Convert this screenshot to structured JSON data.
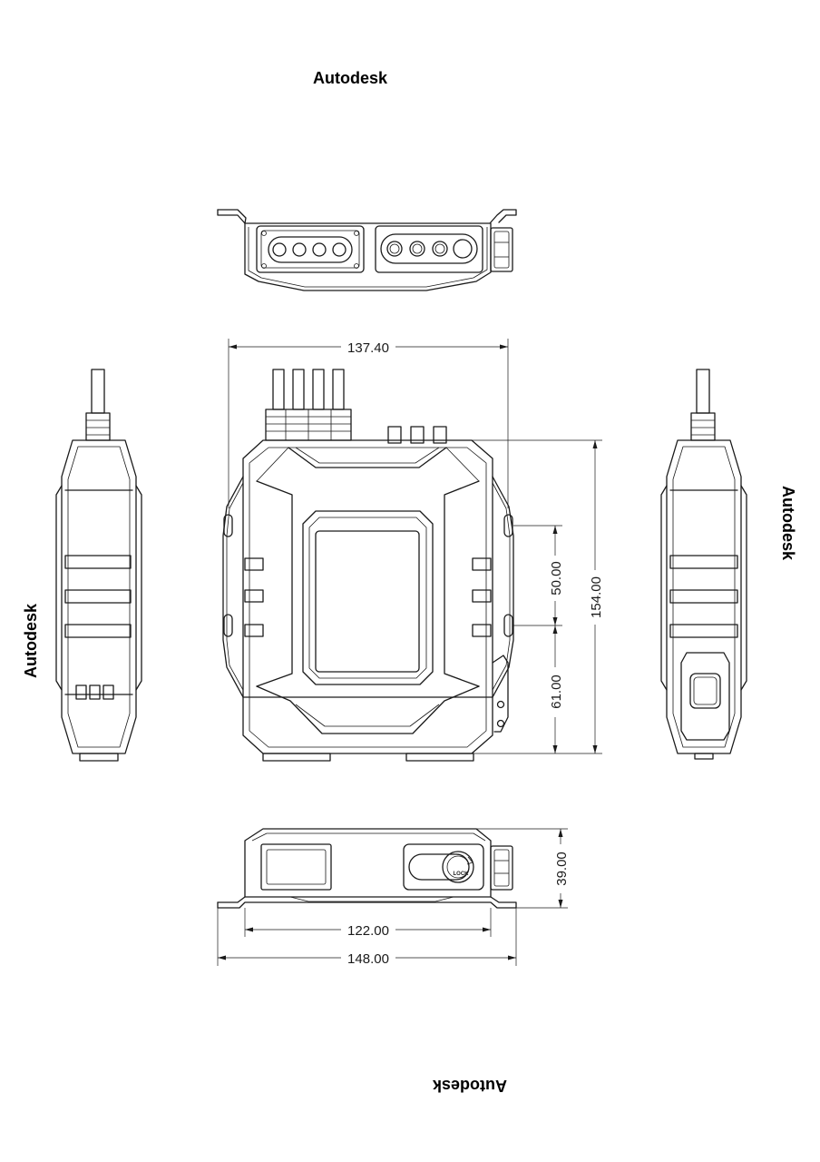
{
  "watermarks": {
    "top": "Autodesk",
    "left": "Autodesk",
    "right": "Autodesk",
    "bottom": "Autodesk"
  },
  "dimensions": {
    "front_width": "137.40",
    "front_height": "154.00",
    "upper_mount_spacing": "50.00",
    "lower_mount_spacing": "61.00",
    "bottom_depth": "39.00",
    "bottom_inner_width": "122.00",
    "bottom_overall_width": "148.00"
  },
  "labels": {
    "lock": "LOCK"
  }
}
